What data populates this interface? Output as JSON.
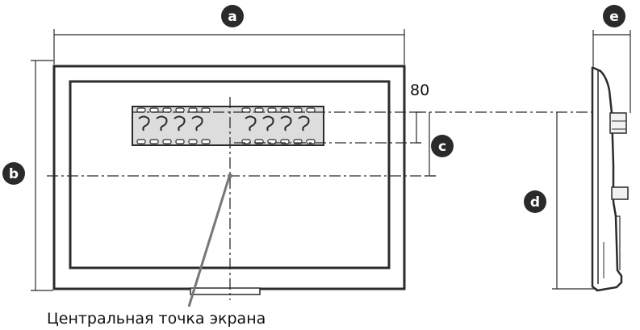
{
  "markers": {
    "a": "a",
    "b": "b",
    "c": "c",
    "d": "d",
    "e": "e"
  },
  "dimension_80": "80",
  "caption": "Центральная точка экрана",
  "colors": {
    "line": "#2b2b2b",
    "marker_fill": "#2a2a2a",
    "bracket_fill": "#dddddd"
  }
}
